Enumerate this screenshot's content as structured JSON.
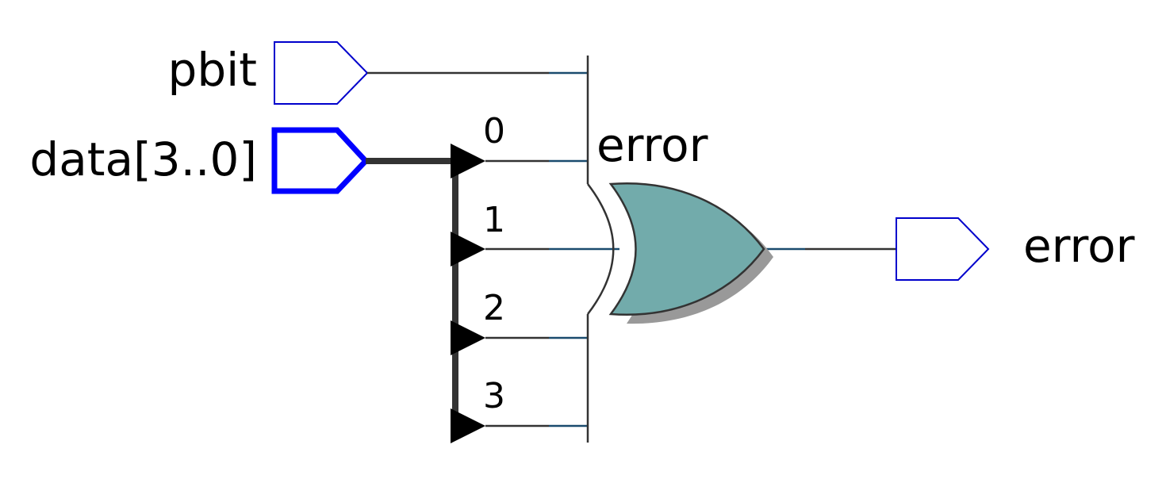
{
  "inputs": {
    "pbit": {
      "label": "pbit",
      "color": "#0000cc"
    },
    "data": {
      "label": "data[3..0]",
      "color": "#0000ff"
    }
  },
  "bus": {
    "bits": [
      "0",
      "1",
      "2",
      "3"
    ]
  },
  "gate": {
    "type": "xor",
    "instance_label": "error",
    "fill": "#72abab",
    "shadow": "#999999"
  },
  "output": {
    "label": "error",
    "color": "#0000cc"
  },
  "wire_color": "#333333",
  "wire_end_color": "#1a4b6e"
}
